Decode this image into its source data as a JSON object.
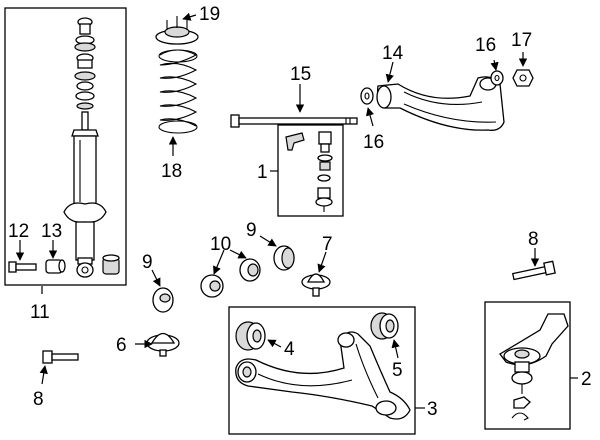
{
  "callouts": {
    "c1": "1",
    "c2": "2",
    "c3": "3",
    "c4": "4",
    "c5": "5",
    "c6": "6",
    "c7": "7",
    "c8a": "8",
    "c8b": "8",
    "c9a": "9",
    "c9b": "9",
    "c10": "10",
    "c11": "11",
    "c12": "12",
    "c13": "13",
    "c14": "14",
    "c15": "15",
    "c16a": "16",
    "c16b": "16",
    "c17": "17",
    "c18": "18",
    "c19": "19"
  },
  "colors": {
    "line": "#000000",
    "background": "#ffffff",
    "shade": "#d9d9d9"
  }
}
